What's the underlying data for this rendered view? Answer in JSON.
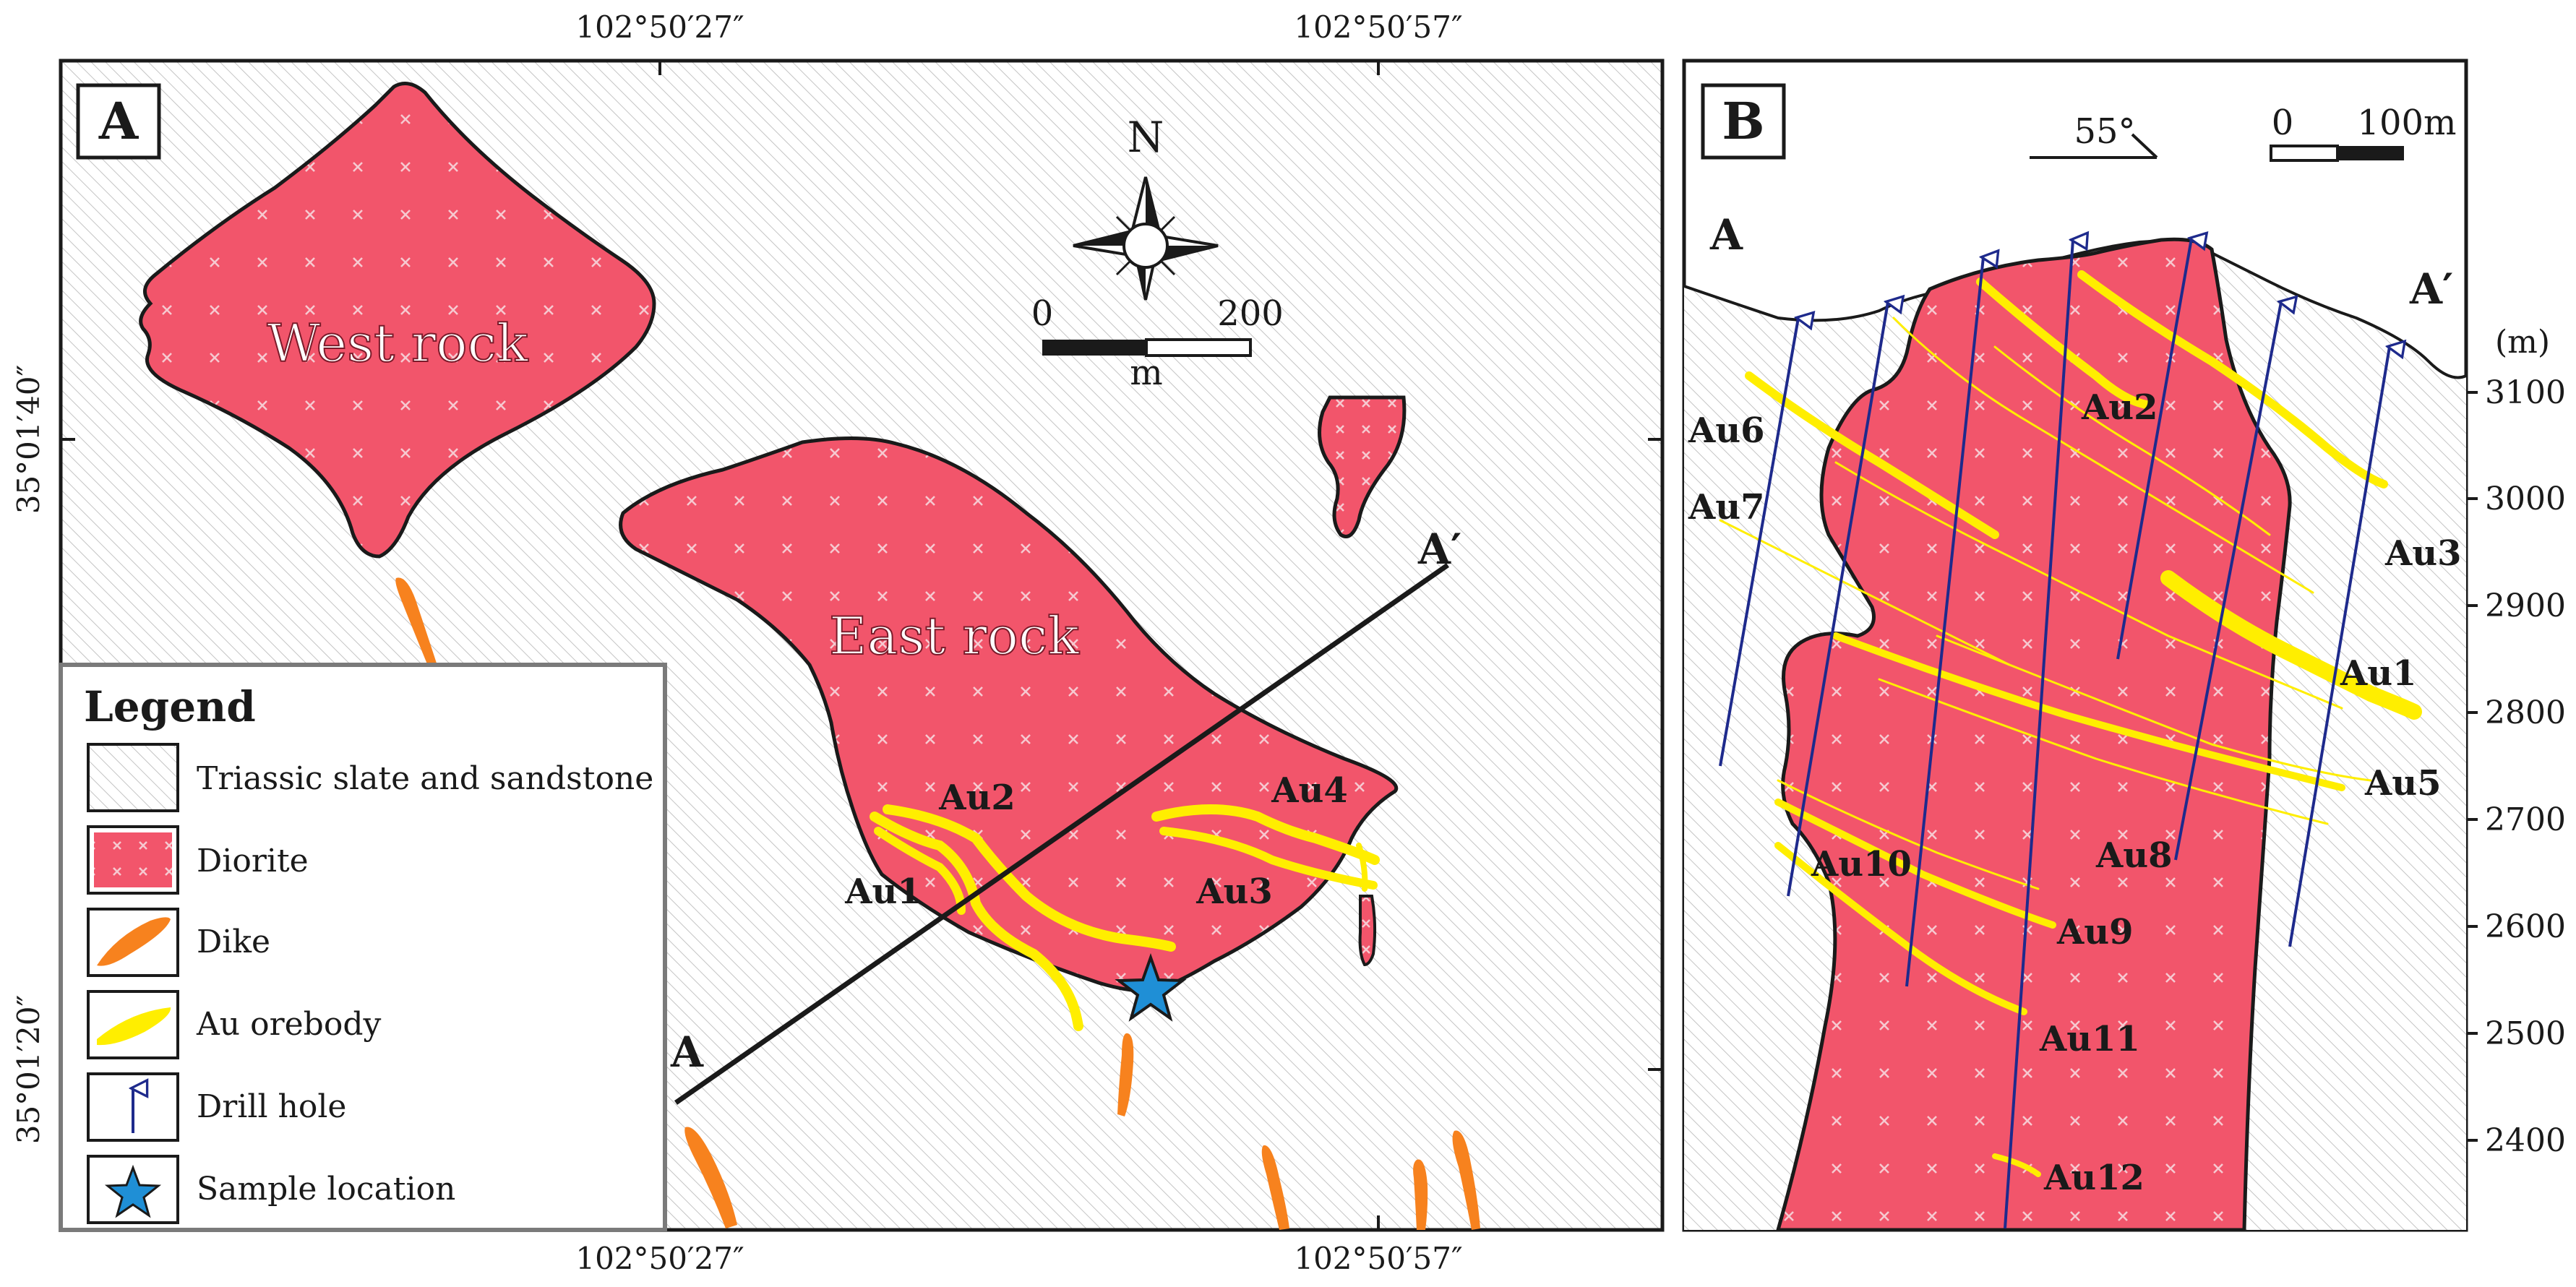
{
  "panelA": {
    "label": "A",
    "coords": {
      "top_left": "102°50′27″",
      "top_right": "102°50′57″",
      "bottom_left": "102°50′27″",
      "bottom_right": "102°50′57″",
      "left_upper": "35°01′40″",
      "left_lower": "35°01′20″"
    },
    "north_label": "N",
    "scale": {
      "start": "0",
      "end": "200",
      "unit": "m"
    },
    "rock_labels": {
      "west": "West rock",
      "east": "East rock"
    },
    "section_ends": {
      "a": "A",
      "a_prime": "A′"
    },
    "orebodies": [
      "Au1",
      "Au2",
      "Au3",
      "Au4"
    ]
  },
  "legend": {
    "title": "Legend",
    "items": [
      {
        "label": "Triassic slate and sandstone",
        "icon": "slate-hatch-icon"
      },
      {
        "label": "Diorite",
        "icon": "diorite-icon"
      },
      {
        "label": "Dike",
        "icon": "dike-icon"
      },
      {
        "label": "Au orebody",
        "icon": "orebody-icon"
      },
      {
        "label": "Drill hole",
        "icon": "drill-hole-icon"
      },
      {
        "label": "Sample location",
        "icon": "star-icon"
      }
    ]
  },
  "panelB": {
    "label": "B",
    "dip": "55°",
    "scale": {
      "start": "0",
      "end": "100m"
    },
    "section_ends": {
      "a": "A",
      "a_prime": "A′"
    },
    "elevation_unit": "(m)",
    "elevations": [
      "3100",
      "3000",
      "2900",
      "2800",
      "2700",
      "2600",
      "2500",
      "2400"
    ],
    "orebodies": [
      "Au1",
      "Au2",
      "Au3",
      "Au5",
      "Au6",
      "Au7",
      "Au8",
      "Au9",
      "Au10",
      "Au11",
      "Au12"
    ]
  },
  "colors": {
    "diorite": "#f2556b",
    "dike": "#f7821e",
    "orebody": "#ffee00",
    "drill": "#1e2a8c",
    "sample": "#1f8fd6",
    "hatch": "#bdbdbd"
  }
}
